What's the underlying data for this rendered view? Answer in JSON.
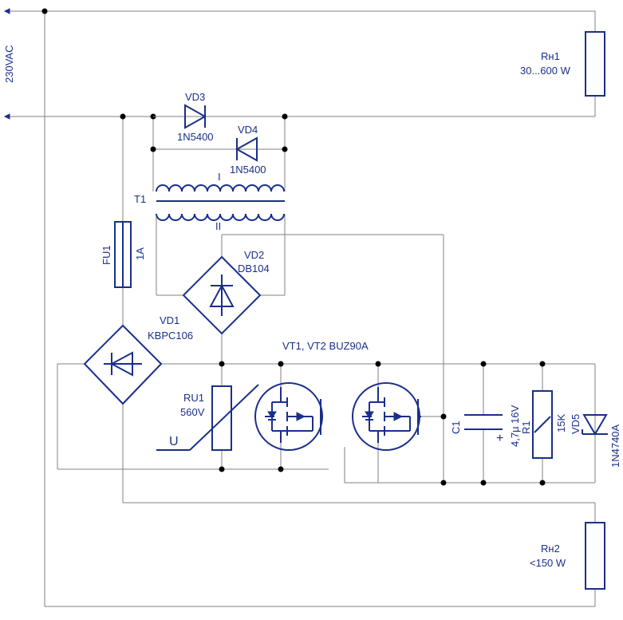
{
  "labels": {
    "supply": "230VAC",
    "rh1_name": "Rн1",
    "rh1_value": "30...600 W",
    "vd3_name": "VD3",
    "vd3_part": "1N5400",
    "vd4_name": "VD4",
    "vd4_part": "1N5400",
    "winding_1": "I",
    "winding_2": "II",
    "t1": "T1",
    "fu1_name": "FU1",
    "fu1_value": "1A",
    "vd2_name": "VD2",
    "vd2_part": "DB104",
    "vd1_name": "VD1",
    "vd1_part": "KBPC106",
    "vt_label": "VT1, VT2 BUZ90A",
    "ru1_name": "RU1",
    "ru1_value": "560V",
    "u_label": "U",
    "c1_name": "C1",
    "c1_value": "4,7µ 16V",
    "c1_plus": "+",
    "r1_name": "R1",
    "r1_value": "15K",
    "vd5_name": "VD5",
    "vd5_part": "1N4740A",
    "rh2_name": "Rн2",
    "rh2_value": "<150 W"
  }
}
